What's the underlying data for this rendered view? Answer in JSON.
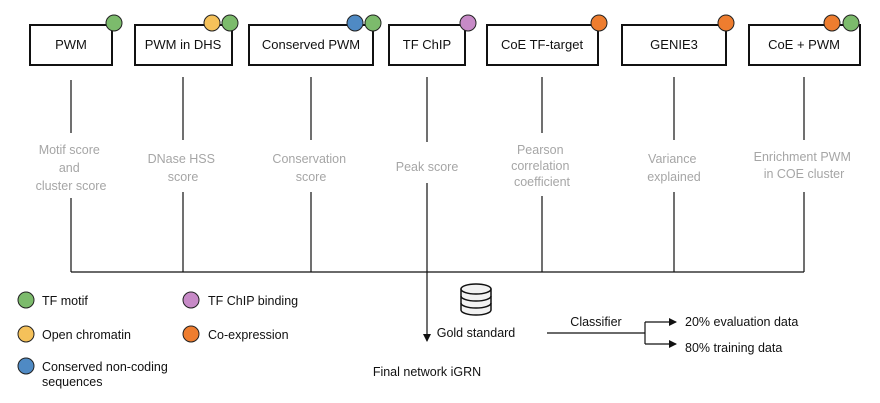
{
  "colors": {
    "tf_motif": "#7cbb6c",
    "open_chromatin": "#f5c15a",
    "conserved": "#4f8ac4",
    "tf_chip": "#c78ac7",
    "coexpression": "#ee7d2f"
  },
  "methods": [
    {
      "label": "PWM",
      "score": [
        "Motif score",
        "and",
        "cluster score"
      ],
      "dots": [
        "tf_motif"
      ]
    },
    {
      "label": "PWM in DHS",
      "score": [
        "DNase HSS",
        "score"
      ],
      "dots": [
        "open_chromatin",
        "tf_motif"
      ]
    },
    {
      "label": "Conserved PWM",
      "score": [
        "Conservation",
        "score"
      ],
      "dots": [
        "conserved",
        "tf_motif"
      ]
    },
    {
      "label": "TF ChIP",
      "score": [
        "Peak score"
      ],
      "dots": [
        "tf_chip"
      ]
    },
    {
      "label": "CoE TF-target",
      "score": [
        "Pearson",
        "correlation",
        "coefficient"
      ],
      "dots": [
        "coexpression"
      ]
    },
    {
      "label": "GENIE3",
      "score": [
        "Variance",
        "explained"
      ],
      "dots": [
        "coexpression"
      ]
    },
    {
      "label": "CoE + PWM",
      "score": [
        "Enrichment PWM",
        "in COE cluster"
      ],
      "dots": [
        "coexpression",
        "tf_motif"
      ]
    }
  ],
  "legend": [
    {
      "key": "tf_motif",
      "lines": [
        "TF motif"
      ]
    },
    {
      "key": "open_chromatin",
      "lines": [
        "Open chromatin"
      ]
    },
    {
      "key": "conserved",
      "lines": [
        "Conserved non-coding",
        "sequences"
      ]
    },
    {
      "key": "tf_chip",
      "lines": [
        "TF ChIP binding"
      ]
    },
    {
      "key": "coexpression",
      "lines": [
        "Co-expression"
      ]
    }
  ],
  "flow": {
    "gold_standard": "Gold standard",
    "final_network": "Final network iGRN",
    "classifier": "Classifier",
    "evaluation": "20% evaluation data",
    "training": "80% training data"
  }
}
